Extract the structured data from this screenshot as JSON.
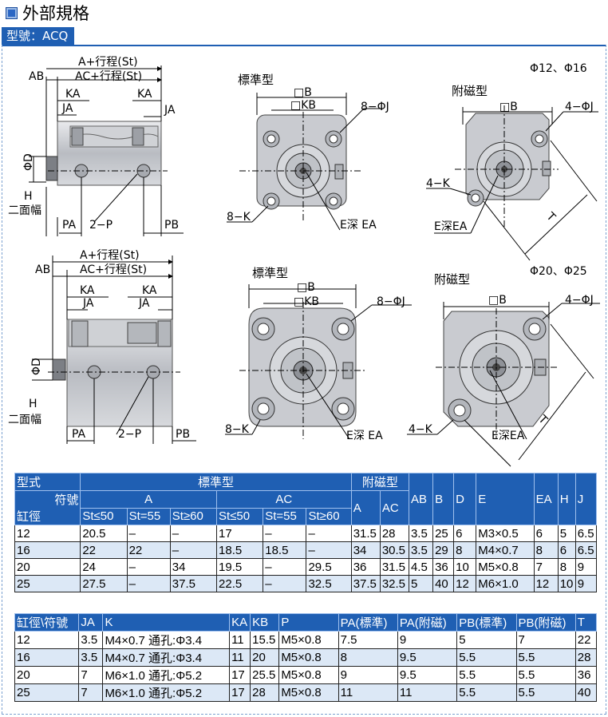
{
  "page_title": "外部規格",
  "model_label": "型號：ACQ",
  "drawing_labels": {
    "a_stroke": "A+行程(St)",
    "ab": "AB",
    "ac_stroke": "AC+行程(St)",
    "ka": "KA",
    "ja": "JA",
    "phi_d": "ΦD",
    "h": "H",
    "two_faces": "二面幅",
    "pa": "PA",
    "two_p": "2−P",
    "pb": "PB",
    "standard": "標準型",
    "magnetic": "附磁型",
    "sq_b": "□B",
    "sq_kb": "□KB",
    "eight_phi_j": "8−ΦJ",
    "four_phi_j": "4−ΦJ",
    "eight_k": "8−K",
    "four_k": "4−K",
    "e_depth": "E深 EA",
    "e_depth2": "E深EA",
    "t": "T",
    "bore_small": "Φ12、Φ16",
    "bore_large": "Φ20、Φ25"
  },
  "table1": {
    "header_row1": [
      "型式",
      "標準型",
      "附磁型"
    ],
    "header_row2": [
      "符號",
      "A",
      "AC",
      "A",
      "AC",
      "AB",
      "B",
      "D",
      "E",
      "EA",
      "H",
      "J"
    ],
    "bore_label": "缸徑",
    "header_row3": [
      "St≤50",
      "St=55",
      "St≥60",
      "St≤50",
      "St=55",
      "St≥60"
    ],
    "rows": [
      [
        "12",
        "20.5",
        "–",
        "–",
        "17",
        "–",
        "–",
        "31.5",
        "28",
        "3.5",
        "25",
        "6",
        "M3×0.5",
        "6",
        "5",
        "6.5"
      ],
      [
        "16",
        "22",
        "22",
        "–",
        "18.5",
        "18.5",
        "–",
        "34",
        "30.5",
        "3.5",
        "29",
        "8",
        "M4×0.7",
        "8",
        "6",
        "6.5"
      ],
      [
        "20",
        "24",
        "–",
        "34",
        "19.5",
        "–",
        "29.5",
        "36",
        "31.5",
        "4.5",
        "36",
        "10",
        "M5×0.8",
        "7",
        "8",
        "9"
      ],
      [
        "25",
        "27.5",
        "–",
        "37.5",
        "22.5",
        "–",
        "32.5",
        "37.5",
        "32.5",
        "5",
        "40",
        "12",
        "M6×1.0",
        "12",
        "10",
        "9"
      ]
    ]
  },
  "table2": {
    "headers": [
      "缸徑\\符號",
      "JA",
      "K",
      "KA",
      "KB",
      "P",
      "PA(標準)",
      "PA(附磁)",
      "PB(標準)",
      "PB(附磁)",
      "T"
    ],
    "rows": [
      [
        "12",
        "3.5",
        "M4×0.7 通孔:Φ3.4",
        "11",
        "15.5",
        "M5×0.8",
        "7.5",
        "9",
        "5",
        "7",
        "22"
      ],
      [
        "16",
        "3.5",
        "M4×0.7 通孔:Φ3.4",
        "11",
        "20",
        "M5×0.8",
        "8",
        "9.5",
        "5.5",
        "5.5",
        "28"
      ],
      [
        "20",
        "7",
        "M6×1.0 通孔:Φ5.2",
        "17",
        "25.5",
        "M5×0.8",
        "9",
        "9.5",
        "5.5",
        "5.5",
        "36"
      ],
      [
        "25",
        "7",
        "M6×1.0 通孔:Φ5.2",
        "17",
        "28",
        "M5×0.8",
        "11",
        "11",
        "5.5",
        "5.5",
        "40"
      ]
    ]
  },
  "colors": {
    "accent": "#1f5fb3",
    "row_alt": "#dce8f6",
    "body_gray": "#c9cbd0"
  }
}
